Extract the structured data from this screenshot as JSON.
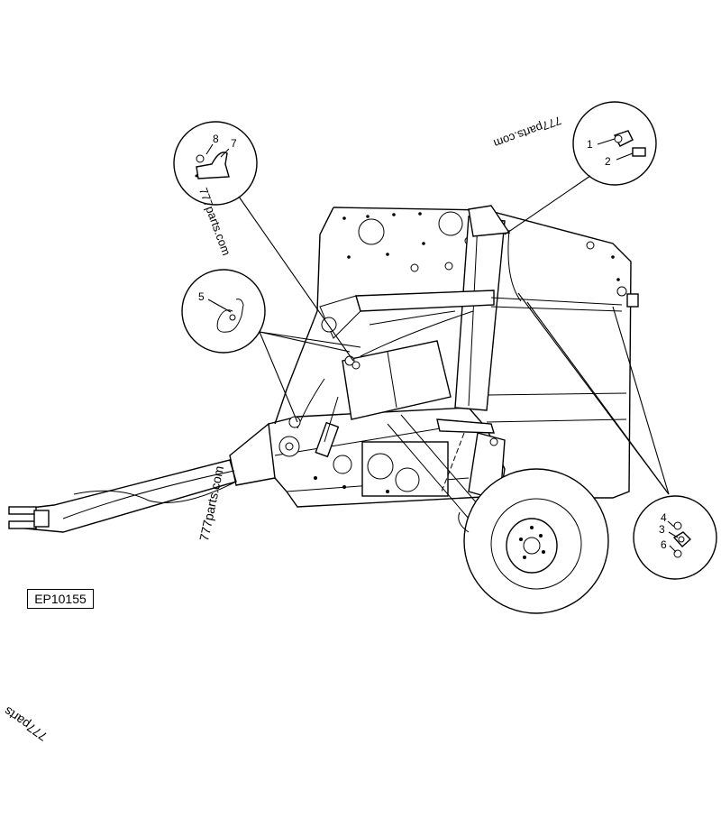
{
  "reference_code": "EP10155",
  "watermark_text": "777parts.com",
  "watermark_partial": "777parts",
  "callouts": {
    "c1": "1",
    "c2": "2",
    "c3": "3",
    "c4": "4",
    "c5": "5",
    "c6": "6",
    "c7": "7",
    "c8": "8"
  }
}
